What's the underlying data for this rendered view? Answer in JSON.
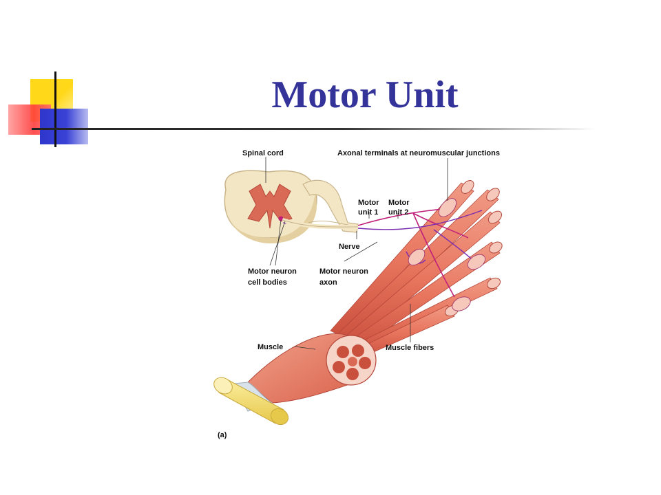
{
  "slide": {
    "title": "Motor Unit"
  },
  "figure": {
    "labels": {
      "spinal_cord": "Spinal cord",
      "axonal_terminals": "Axonal terminals at neuromuscular junctions",
      "motor_unit_1_line1": "Motor",
      "motor_unit_1_line2": "unit 1",
      "motor_unit_2_line1": "Motor",
      "motor_unit_2_line2": "unit 2",
      "nerve": "Nerve",
      "motor_neuron_cell_bodies_line1": "Motor neuron",
      "motor_neuron_cell_bodies_line2": "cell bodies",
      "motor_neuron_axon_line1": "Motor neuron",
      "motor_neuron_axon_line2": "axon",
      "muscle": "Muscle",
      "muscle_fibers": "Muscle fibers",
      "panel": "(a)"
    },
    "colors": {
      "muscle": "#e8755e",
      "muscle_dark": "#c9503d",
      "spinal_cord": "#f3e6c4",
      "grey_matter": "#d96a55",
      "axon_motor_unit_1": "#c0207a",
      "axon_motor_unit_2": "#7a2cb0",
      "tendon": "#d9e2ea",
      "bone": "#f2dc6e"
    }
  }
}
